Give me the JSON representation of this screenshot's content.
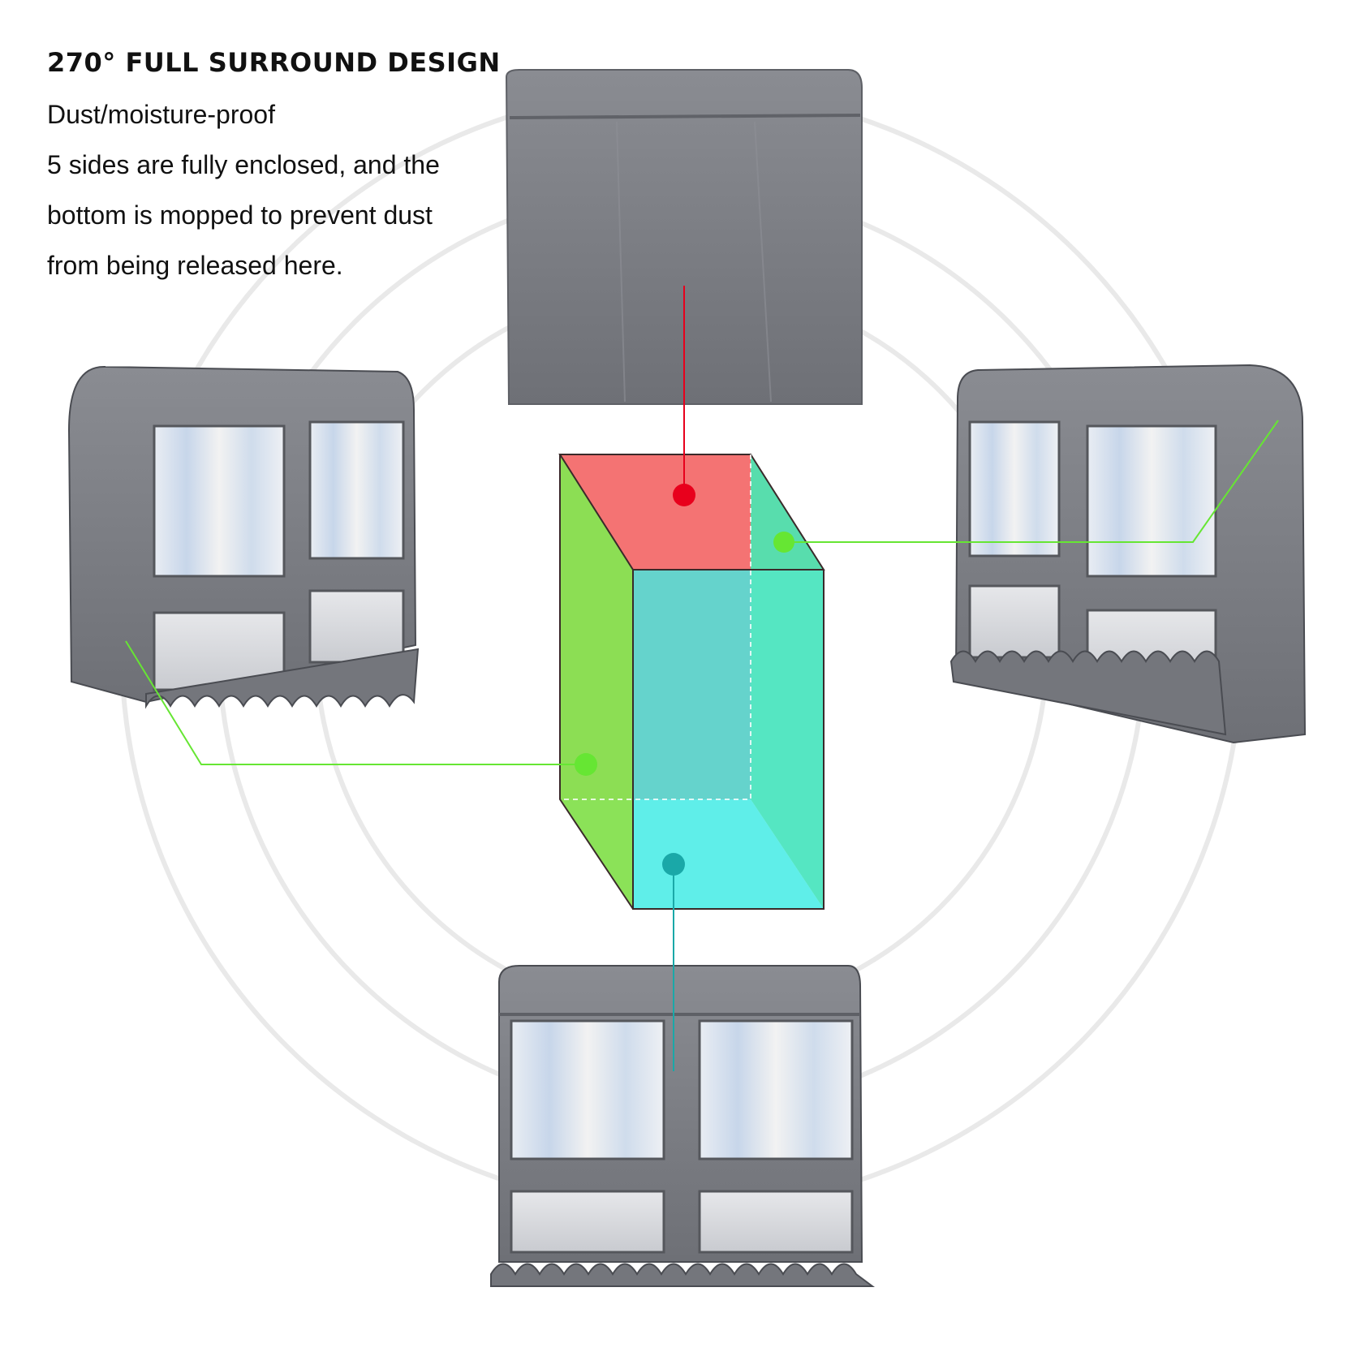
{
  "heading": "270° FULL SURROUND DESIGN",
  "lines": [
    "Dust/moisture-proof",
    "5 sides are fully enclosed, and the",
    "bottom is mopped to prevent dust",
    "from being released here."
  ],
  "colors": {
    "top_face": "#ff6b6b",
    "left_face": "#8ee04a",
    "right_face": "#46e8b2",
    "bottom_face": "#5af5f5",
    "back_face": "#62c6c4",
    "cover_fabric": "#7d7f85",
    "red_marker": "#e8001c",
    "green_marker": "#66e633",
    "cyan_marker": "#1aa8a8"
  }
}
